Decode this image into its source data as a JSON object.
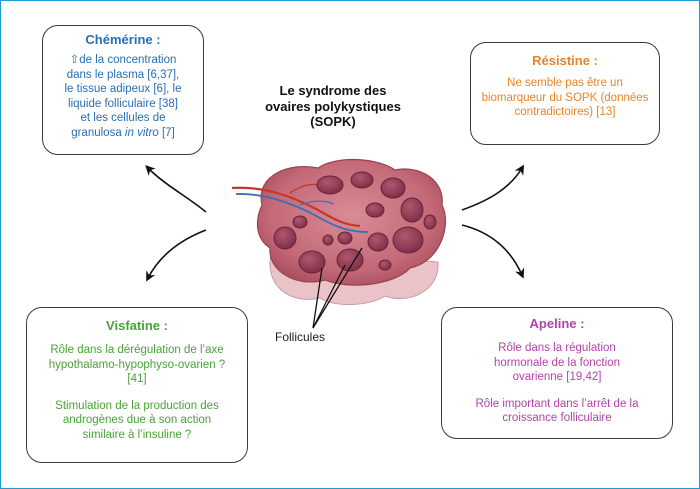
{
  "center": {
    "title": "Le syndrome des ovaires polykystiques (SOPK)"
  },
  "follicles_label": "Follicules",
  "chemerine": {
    "title": "Chémérine :",
    "line1": "⇧de la concentration",
    "line2": "dans le plasma [6,37],",
    "line3": "le tissue adipeux [6], le",
    "line4": "liquide folliculaire [38]",
    "line5": "et les cellules de",
    "line6_pre": "granulosa ",
    "line6_italic": "in vitro",
    "line6_post": " [7]",
    "color": "#2a6fb3"
  },
  "resistine": {
    "title": "Résistine :",
    "line1": "Ne semble pas être un",
    "line2": "biomarqueur du SOPK (données",
    "line3": "contradictoires) [13]",
    "color": "#e8852a"
  },
  "visfatine": {
    "title": "Visfatine :",
    "p1_line1": "Rôle dans la dérégulation de l’axe",
    "p1_line2": "hypothalamo-hypophyso-ovarien ?",
    "p1_line3": "[41]",
    "p2_line1": "Stimulation de la production des",
    "p2_line2": "androgènes due à son action",
    "p2_line3": "similaire à l’insuline ?",
    "color": "#4aa33a"
  },
  "apeline": {
    "title": "Apeline :",
    "p1_line1": "Rôle dans la régulation",
    "p1_line2": "hormonale de la fonction",
    "p1_line3": "ovarienne [19,42]",
    "p2_line1": "Rôle important dans l’arrêt de la",
    "p2_line2": "croissance folliculaire",
    "color": "#b343a8"
  },
  "icons": [
    "ovary-illustration",
    "arrow-icon"
  ]
}
